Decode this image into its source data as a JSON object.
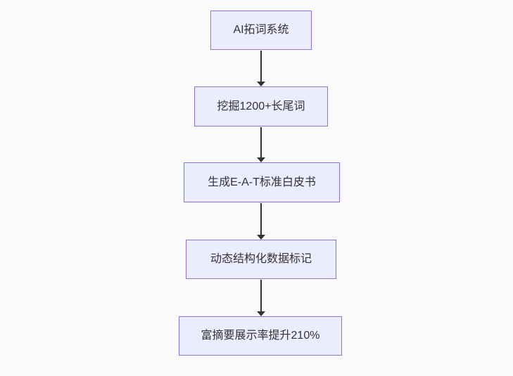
{
  "flowchart": {
    "type": "flowchart",
    "direction": "top-down",
    "nodes": [
      {
        "id": "A",
        "label": "AI拓词系统"
      },
      {
        "id": "B",
        "label": "挖掘1200+长尾词"
      },
      {
        "id": "C",
        "label": "生成E-A-T标准白皮书"
      },
      {
        "id": "D",
        "label": "动态结构化数据标记"
      },
      {
        "id": "E",
        "label": "富摘要展示率提升210%"
      }
    ],
    "edges": [
      {
        "from": "A",
        "to": "B"
      },
      {
        "from": "B",
        "to": "C"
      },
      {
        "from": "C",
        "to": "D"
      },
      {
        "from": "D",
        "to": "E"
      }
    ],
    "colors": {
      "node_fill": "#ececff",
      "node_border": "#9370db",
      "text": "#333333",
      "arrow": "#333333",
      "background": "#fafafa"
    }
  }
}
